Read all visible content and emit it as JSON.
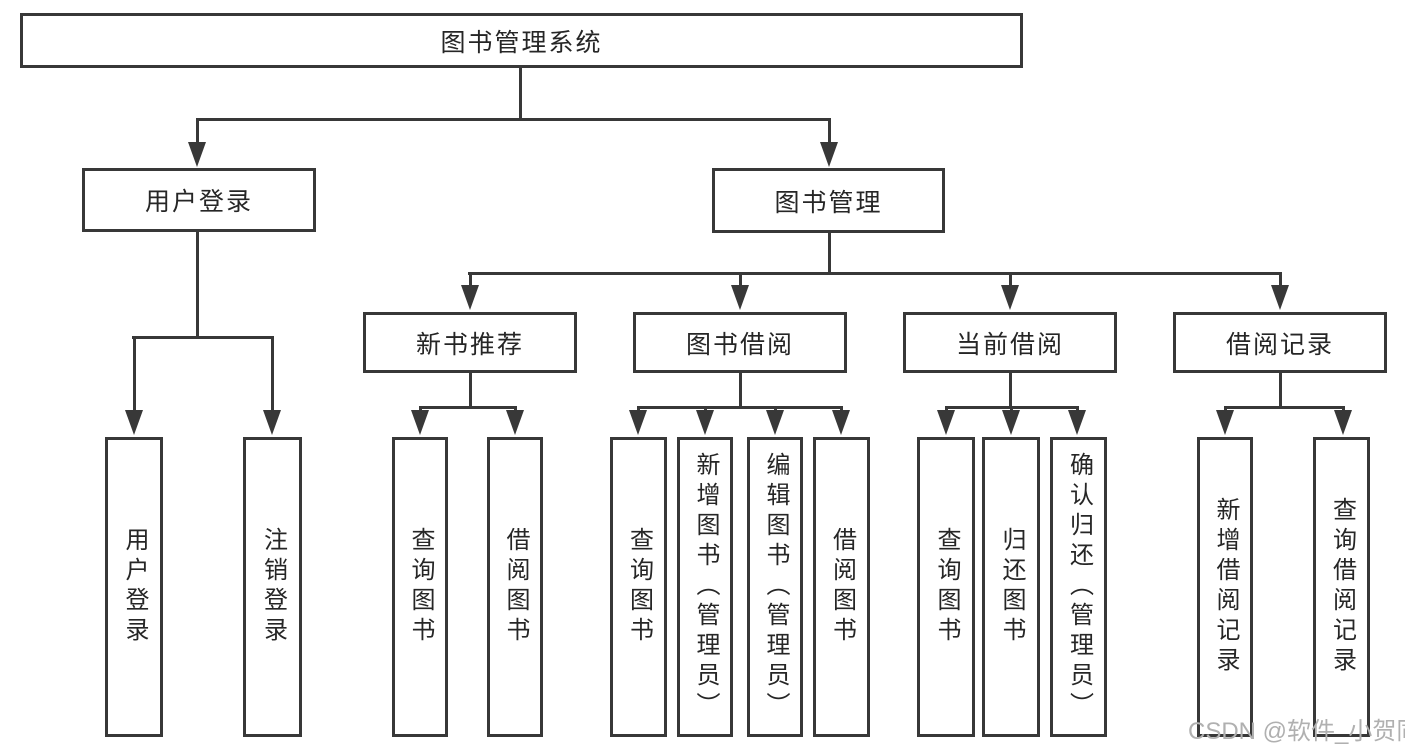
{
  "diagram": {
    "title": "图书管理系统",
    "type": "function-structure-tree",
    "watermark": "CSDN @软件_小贺同学",
    "colors": {
      "line": "#383838",
      "box_border": "#383838",
      "text": "#262626",
      "watermark": "#b0b0b0",
      "background": "#ffffff"
    }
  },
  "nodes": {
    "root": {
      "label": "图书管理系统"
    },
    "user_login_group": {
      "label": "用户登录"
    },
    "book_management": {
      "label": "图书管理"
    },
    "new_book_recommend": {
      "label": "新书推荐"
    },
    "book_borrowing": {
      "label": "图书借阅"
    },
    "current_borrowing": {
      "label": "当前借阅"
    },
    "borrowing_records": {
      "label": "借阅记录"
    },
    "user_login": {
      "label": "用户登录"
    },
    "logout": {
      "label": "注销登录"
    },
    "query_books_1": {
      "label": "查询图书"
    },
    "borrow_books_1": {
      "label": "借阅图书"
    },
    "query_books_2": {
      "label": "查询图书"
    },
    "add_books_admin": {
      "label": "新增图书（管理员）"
    },
    "edit_books_admin": {
      "label": "编辑图书（管理员）"
    },
    "borrow_books_2": {
      "label": "借阅图书"
    },
    "query_books_3": {
      "label": "查询图书"
    },
    "return_books": {
      "label": "归还图书"
    },
    "confirm_return_admin": {
      "label": "确认归还（管理员）"
    },
    "add_borrow_record": {
      "label": "新增借阅记录"
    },
    "query_borrow_record": {
      "label": "查询借阅记录"
    }
  },
  "hierarchy": {
    "图书管理系统": {
      "用户登录": [
        "用户登录",
        "注销登录"
      ],
      "图书管理": {
        "新书推荐": [
          "查询图书",
          "借阅图书"
        ],
        "图书借阅": [
          "查询图书",
          "新增图书（管理员）",
          "编辑图书（管理员）",
          "借阅图书"
        ],
        "当前借阅": [
          "查询图书",
          "归还图书",
          "确认归还（管理员）"
        ],
        "借阅记录": [
          "新增借阅记录",
          "查询借阅记录"
        ]
      }
    }
  }
}
